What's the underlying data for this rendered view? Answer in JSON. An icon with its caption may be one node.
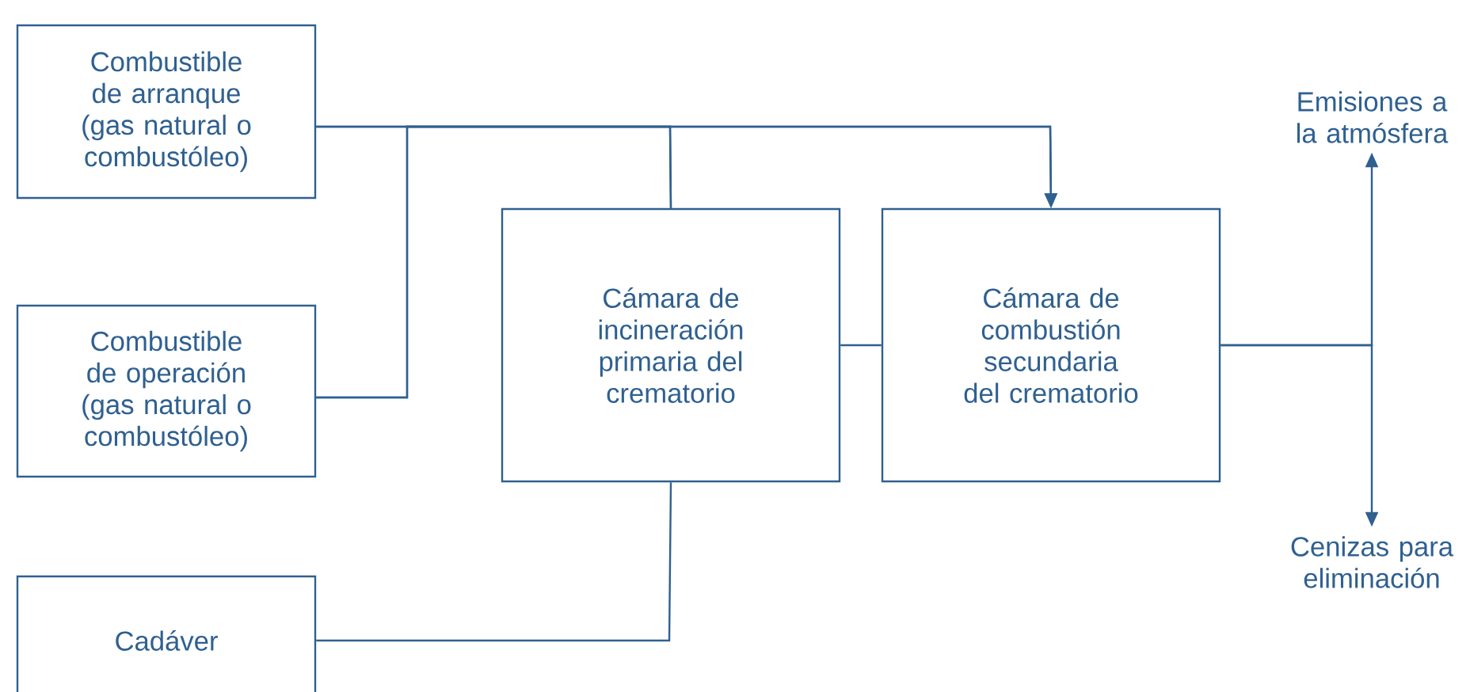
{
  "diagram": {
    "nodes": [
      {
        "text": [
          "Combustible de arranque (gas natural o combustóleo)"
        ]
      },
      {
        "text": [
          "Combustible de operación (gas natural o combustóleo)"
        ]
      },
      {
        "text": [
          "Cadáver"
        ]
      },
      {
        "text": [
          "Cámara de incineración primaria del crematorio"
        ]
      },
      {
        "text": [
          "Cámara de combustión secundaria del crematorio"
        ]
      },
      {
        "text": [
          "Emisiones a la atmósfera"
        ]
      },
      {
        "text": [
          "Cenizas para eliminación"
        ]
      }
    ],
    "edges": [
      {
        "from": 0,
        "to": 3,
        "arrow": "none"
      },
      {
        "from": 0,
        "to": 4,
        "arrow": "to"
      },
      {
        "from": 1,
        "to": 3,
        "arrow": "none"
      },
      {
        "from": 1,
        "to": 4,
        "arrow": "to"
      },
      {
        "from": 2,
        "to": 3,
        "arrow": "none"
      },
      {
        "from": 3,
        "to": 4,
        "arrow": "none"
      },
      {
        "from": 4,
        "to": 5,
        "arrow": "to"
      },
      {
        "from": 4,
        "to": 6,
        "arrow": "to"
      }
    ]
  }
}
